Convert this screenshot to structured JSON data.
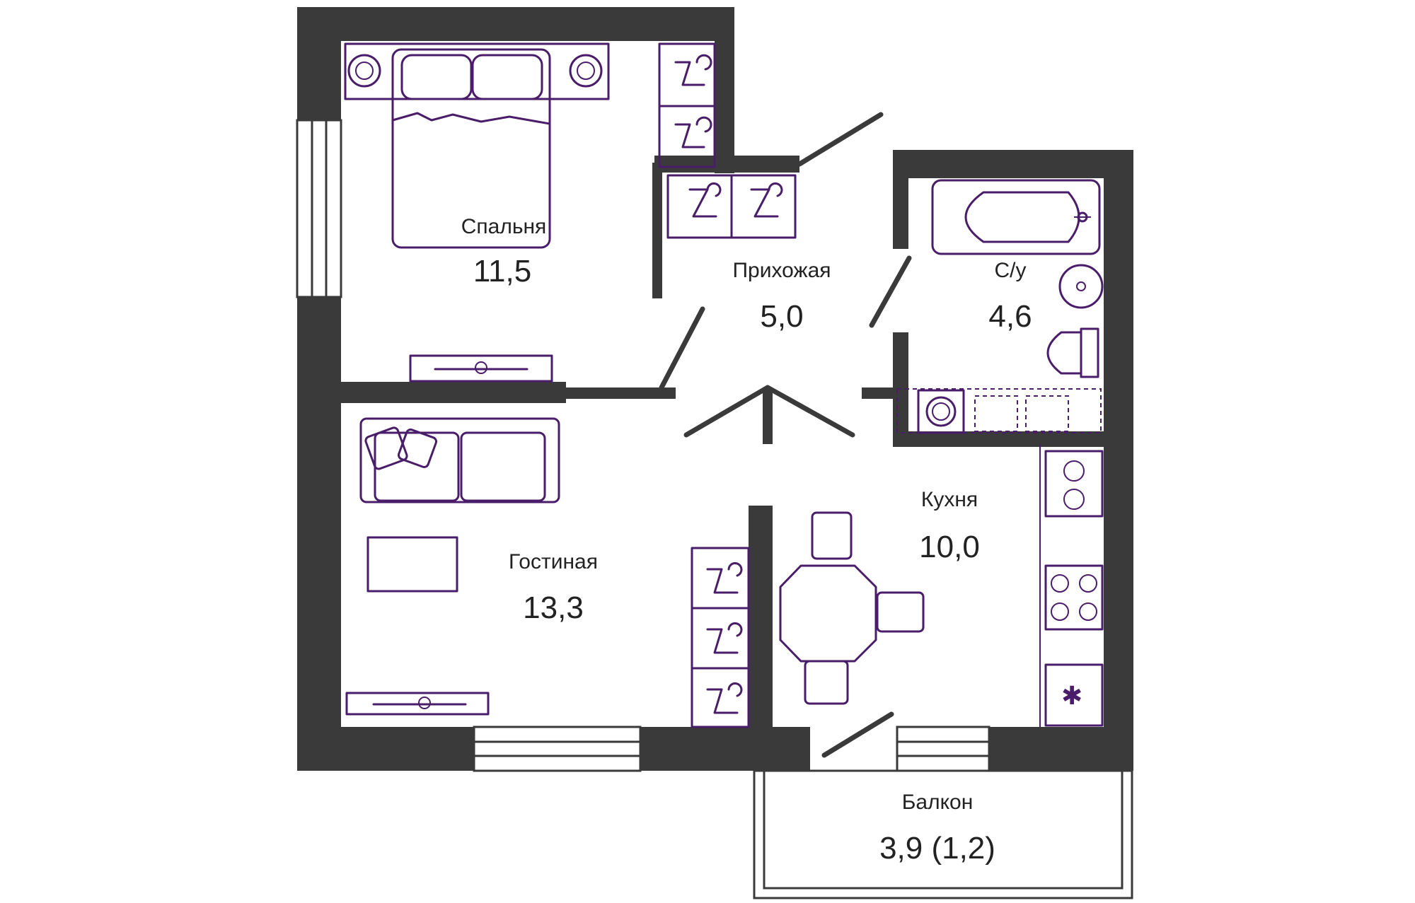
{
  "rooms": {
    "bedroom": {
      "name": "Спальня",
      "area": "11,5"
    },
    "hallway": {
      "name": "Прихожая",
      "area": "5,0"
    },
    "bathroom": {
      "name": "С/у",
      "area": "4,6"
    },
    "living": {
      "name": "Гостиная",
      "area": "13,3"
    },
    "kitchen": {
      "name": "Кухня",
      "area": "10,0"
    },
    "balcony": {
      "name": "Балкон",
      "area": "3,9 (1,2)"
    }
  },
  "colors": {
    "wall": "#3a3a3a",
    "furniture": "#4a1d6b",
    "text": "#222222"
  }
}
